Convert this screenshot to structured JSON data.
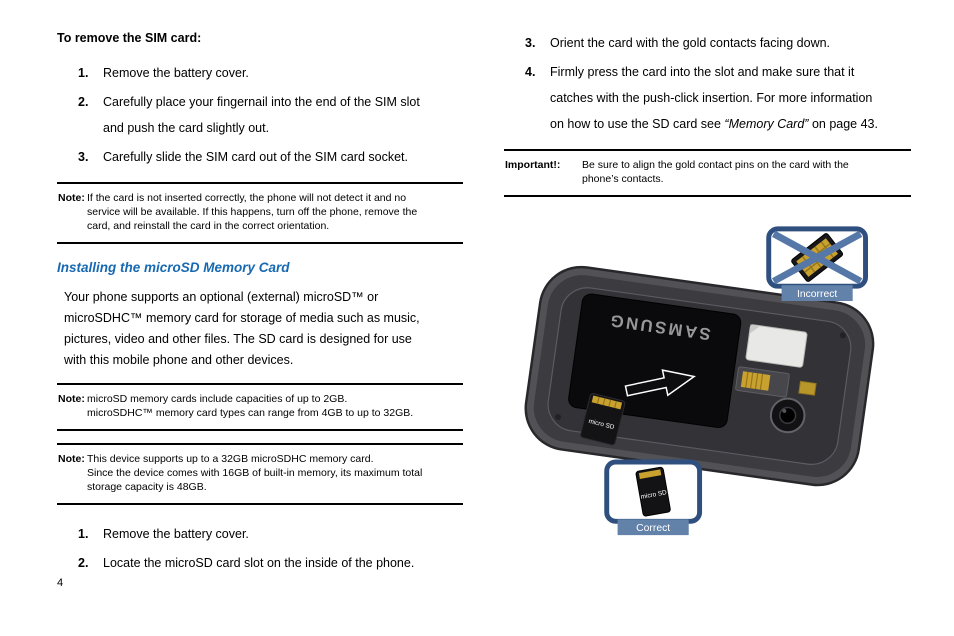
{
  "page": {
    "number": "4"
  },
  "colors": {
    "heading_blue": "#1669b2",
    "callout_border": "#2f4f7f",
    "callout_label_bg": "#6282aa",
    "cross_blue": "#5578a8",
    "card_gold": "#c9a12e"
  },
  "left_column": {
    "heading": "To remove the SIM card:",
    "sim_steps": [
      {
        "num": "1.",
        "text": "Remove the battery cover."
      },
      {
        "num": "2.",
        "text": "Carefully place your fingernail into the end of the SIM slot\nand push the card slightly out."
      },
      {
        "num": "3.",
        "text": "Carefully slide the SIM card out of the SIM card socket."
      }
    ],
    "note_sim": {
      "label": "Note:",
      "text": "If the card is not inserted correctly, the phone will not detect it and no\nservice will be available. If this happens, turn off the phone, remove the\ncard, and reinstall the card in the correct orientation."
    },
    "section_heading": "Installing the microSD Memory Card",
    "intro_paragraph": "Your phone supports an optional (external) microSD™ or\nmicroSDHC™ memory card for storage of media such as music,\npictures, video and other files. The SD card is designed for use\nwith this mobile phone and other devices.",
    "note_capacity": {
      "label": "Note:",
      "text": "microSD memory cards include capacities of up to 2GB.\nmicroSDHC™ memory card types can range from 4GB to up to 32GB."
    },
    "note_device": {
      "label": "Note:",
      "text": "This device supports up to a 32GB microSDHC memory card.\nSince the device comes with 16GB of built-in memory, its maximum total\nstorage capacity is 48GB."
    },
    "sd_steps": [
      {
        "num": "1.",
        "text": "Remove the battery cover."
      },
      {
        "num": "2.",
        "text": "Locate the microSD card slot on the inside of the phone."
      }
    ]
  },
  "right_column": {
    "steps": [
      {
        "num": "3.",
        "text": "Orient the card with the gold contacts facing down."
      },
      {
        "num": "4.",
        "text": "Firmly press the card into the slot and make sure that it\ncatches with the push-click insertion. For more information\non how to use the SD card see ",
        "emphasis": "“Memory Card”",
        "text_after": " on page 43."
      }
    ],
    "important_note": {
      "label": "Important!:",
      "text": "Be sure to align the gold contact pins on the card with the\nphone’s contacts."
    },
    "figure": {
      "brand": "SAMSUNG",
      "incorrect_label": "Incorrect",
      "correct_label": "Correct",
      "card_logo": "micro SD"
    }
  }
}
